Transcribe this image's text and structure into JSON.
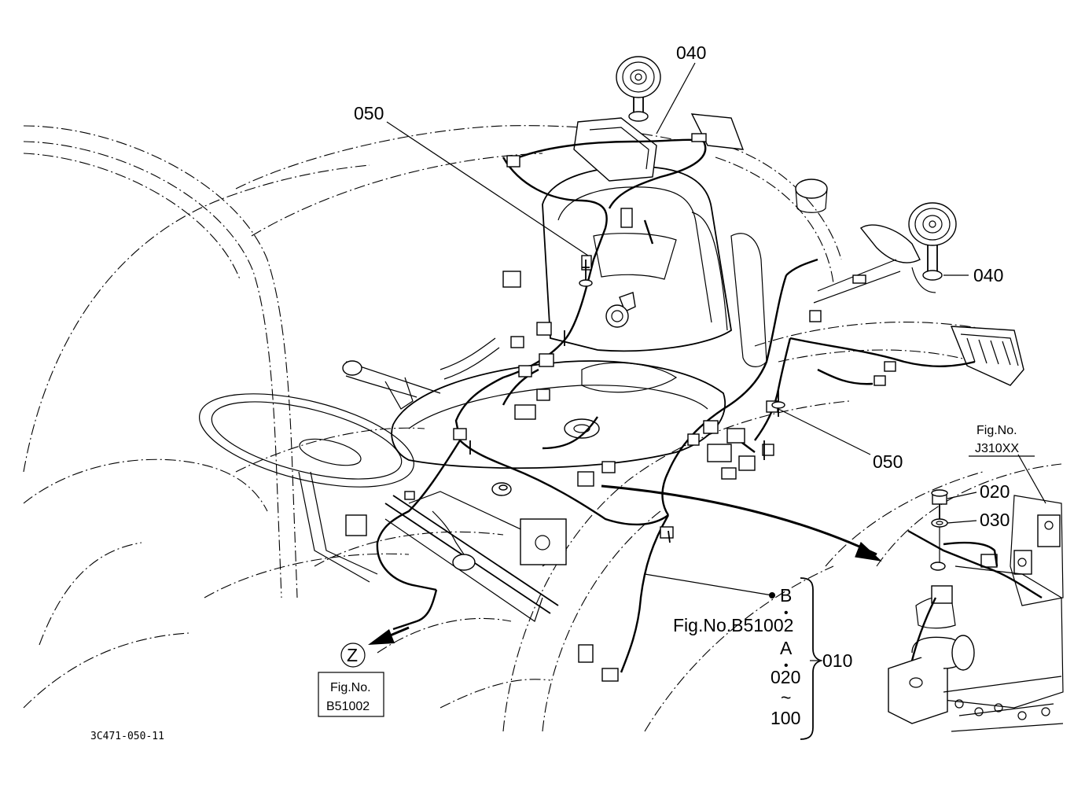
{
  "labels": {
    "p040_top": "040",
    "p050_top": "050",
    "p040_right": "040",
    "p050_right": "050",
    "fig_j_line1": "Fig.No.",
    "fig_j_line2": "J310XX",
    "p020": "020",
    "p030": "030",
    "ref_b": "B",
    "fig_b_ref": "Fig.No.B51002",
    "ref_a": "A",
    "range_020": "020",
    "range_tilde": "~",
    "range_100": "100",
    "p010": "010",
    "ref_z": "Z",
    "fig_z_line1": "Fig.No.",
    "fig_z_line2": "B51002",
    "drawing_code": "3C471-050-11"
  }
}
